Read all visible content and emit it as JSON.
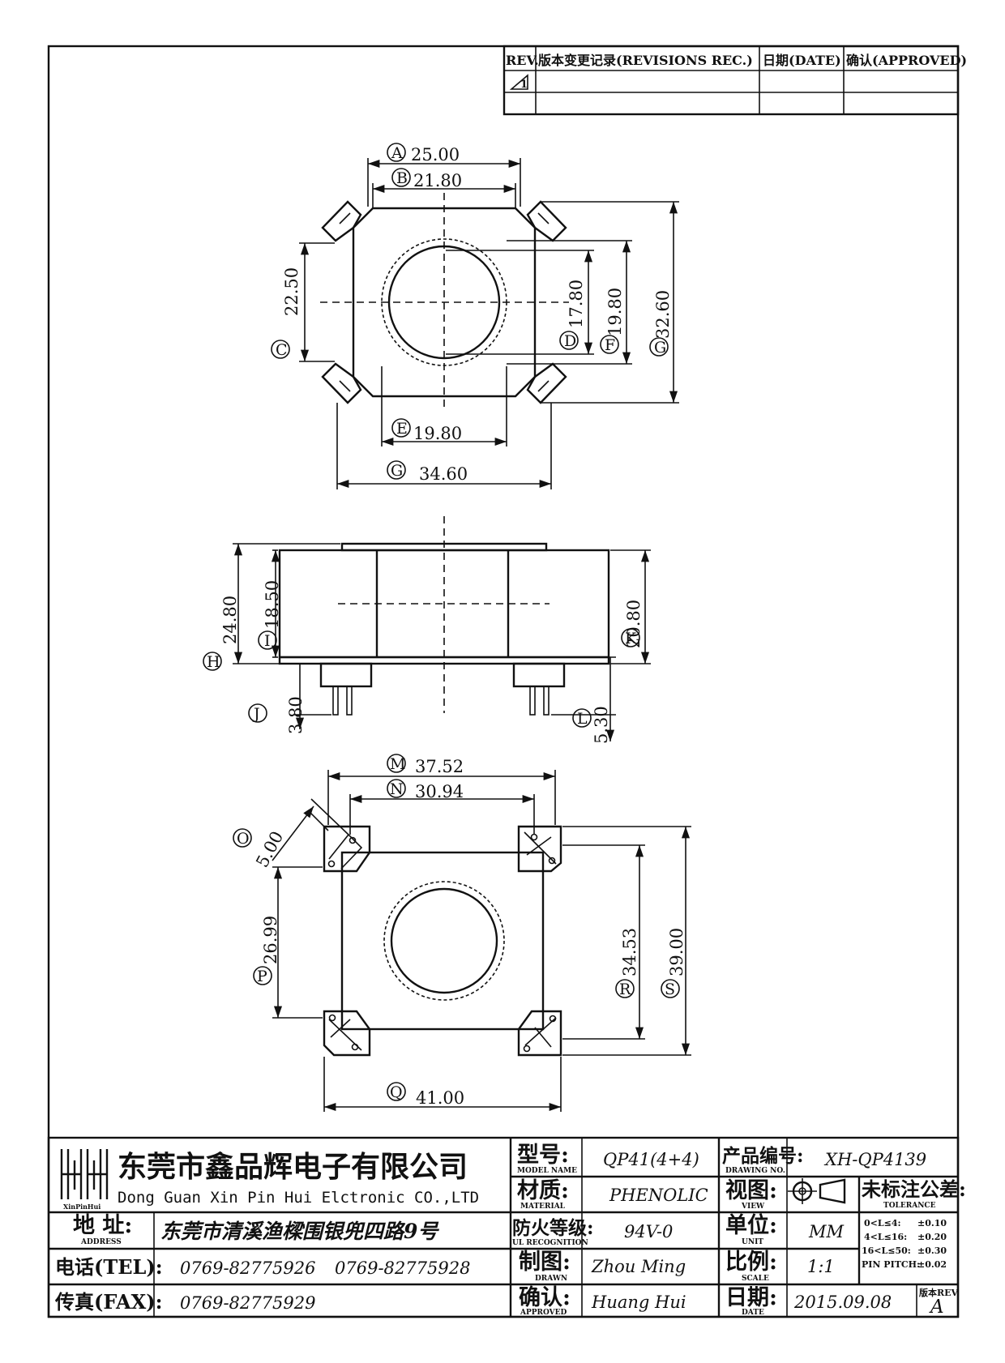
{
  "revision_block": {
    "col_rev": "REV.",
    "col_record": "版本变更记录(REVISIONS REC.)",
    "col_date": "日期(DATE)",
    "col_approved": "确认(APPROVED)",
    "row1_rev": "1"
  },
  "top_view": {
    "A": "25.00",
    "B": "21.80",
    "C": "22.50",
    "D": "17.80",
    "E": "19.80",
    "F": "19.80",
    "G_h": "34.60",
    "G_v": "32.60"
  },
  "side_view": {
    "H": "24.80",
    "I": "18.50",
    "K": "20.80",
    "J": "3.80",
    "L": "5.30"
  },
  "bottom_view": {
    "M": "37.52",
    "N": "30.94",
    "O": "5.00",
    "P": "26.99",
    "Q": "41.00",
    "R": "34.53",
    "S": "39.00"
  },
  "labels": {
    "A": "A",
    "B": "B",
    "C": "C",
    "D": "D",
    "E": "E",
    "F": "F",
    "G": "G",
    "H": "H",
    "I": "I",
    "J": "J",
    "K": "K",
    "L": "L",
    "M": "M",
    "N": "N",
    "O": "O",
    "P": "P",
    "Q": "Q",
    "R": "R",
    "S": "S"
  },
  "title_block": {
    "company_zh": "东莞市鑫品辉电子有限公司",
    "company_en": "Dong Guan Xin Pin Hui Elctronic CO.,LTD",
    "logo_text": "XinPinHui",
    "model_zh": "型号:",
    "model_en": "MODEL NAME",
    "model_val": "QP41(4+4)",
    "drawing_no_zh": "产品编号:",
    "drawing_no_en": "DRAWING NO.",
    "drawing_no_val": "XH-QP4139",
    "material_zh": "材质:",
    "material_en": "MATERIAL",
    "material_val": "PHENOLIC",
    "view_zh": "视图:",
    "view_en": "VIEW",
    "tolerance_zh": "未标注公差:",
    "tolerance_en": "TOLERANCE",
    "tol_rows": [
      {
        "range": "0<L≤4:",
        "val": "±0.10"
      },
      {
        "range": "4<L≤16:",
        "val": "±0.20"
      },
      {
        "range": "16<L≤50:",
        "val": "±0.30"
      },
      {
        "range": "PIN PITCH:",
        "val": "±0.02"
      }
    ],
    "address_zh": "地 址:",
    "address_en": "ADDRESS",
    "address_val": "东莞市清溪渔樑围银兜四路9号",
    "ul_zh": "防火等级:",
    "ul_en": "UL RECOGNITION",
    "ul_val": "94V-0",
    "unit_zh": "单位:",
    "unit_en": "UNIT",
    "unit_val": "MM",
    "tel_label": "电话(TEL):",
    "tel_val1": "0769-82775926",
    "tel_val2": "0769-82775928",
    "drawn_zh": "制图:",
    "drawn_en": "DRAWN",
    "drawn_val": "Zhou Ming",
    "scale_zh": "比例:",
    "scale_en": "SCALE",
    "scale_val": "1:1",
    "fax_label": "传真(FAX):",
    "fax_val": "0769-82775929",
    "approved_zh": "确认:",
    "approved_en": "APPROVED",
    "approved_val": "Huang Hui",
    "date_zh": "日期:",
    "date_en": "DATE",
    "date_val": "2015.09.08",
    "rev_label": "版本REV.",
    "rev_val": "A"
  }
}
